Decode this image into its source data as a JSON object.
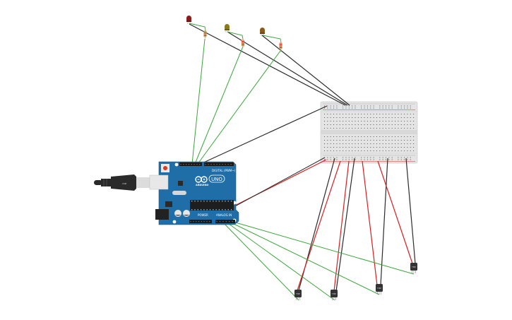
{
  "diagram": {
    "title": "Arduino circuit with LEDs, resistors, breadboard and sensors",
    "components": {
      "arduino": {
        "model_label": "UNO",
        "brand_label": "ARDUINO",
        "header_digital_label": "DIGITAL (PWM~)",
        "power_label": "POWER",
        "analog_label": "ANALOG IN",
        "board_color": "#1f6ea8"
      },
      "usb_cable": {
        "label": "USB",
        "color": "#222222"
      },
      "breadboard": {
        "color": "#e6e6e6",
        "rail_positive_color": "#d93030",
        "rail_negative_color": "#333333"
      },
      "leds": [
        {
          "id": "led-1",
          "color": "#8b1a1a"
        },
        {
          "id": "led-2",
          "color": "#8a7a1a"
        },
        {
          "id": "led-3",
          "color": "#8a5a1a"
        }
      ],
      "resistors": [
        {
          "id": "resistor-1"
        },
        {
          "id": "resistor-2"
        },
        {
          "id": "resistor-3"
        }
      ],
      "sensors": [
        {
          "id": "sensor-1",
          "label": "TMP"
        },
        {
          "id": "sensor-2",
          "label": "TMP"
        },
        {
          "id": "sensor-3",
          "label": "TMP"
        },
        {
          "id": "sensor-4",
          "label": "TMP"
        }
      ]
    },
    "wire_colors": {
      "signal": "#3aa63a",
      "ground": "#2b2b2b",
      "power": "#d42020"
    }
  }
}
